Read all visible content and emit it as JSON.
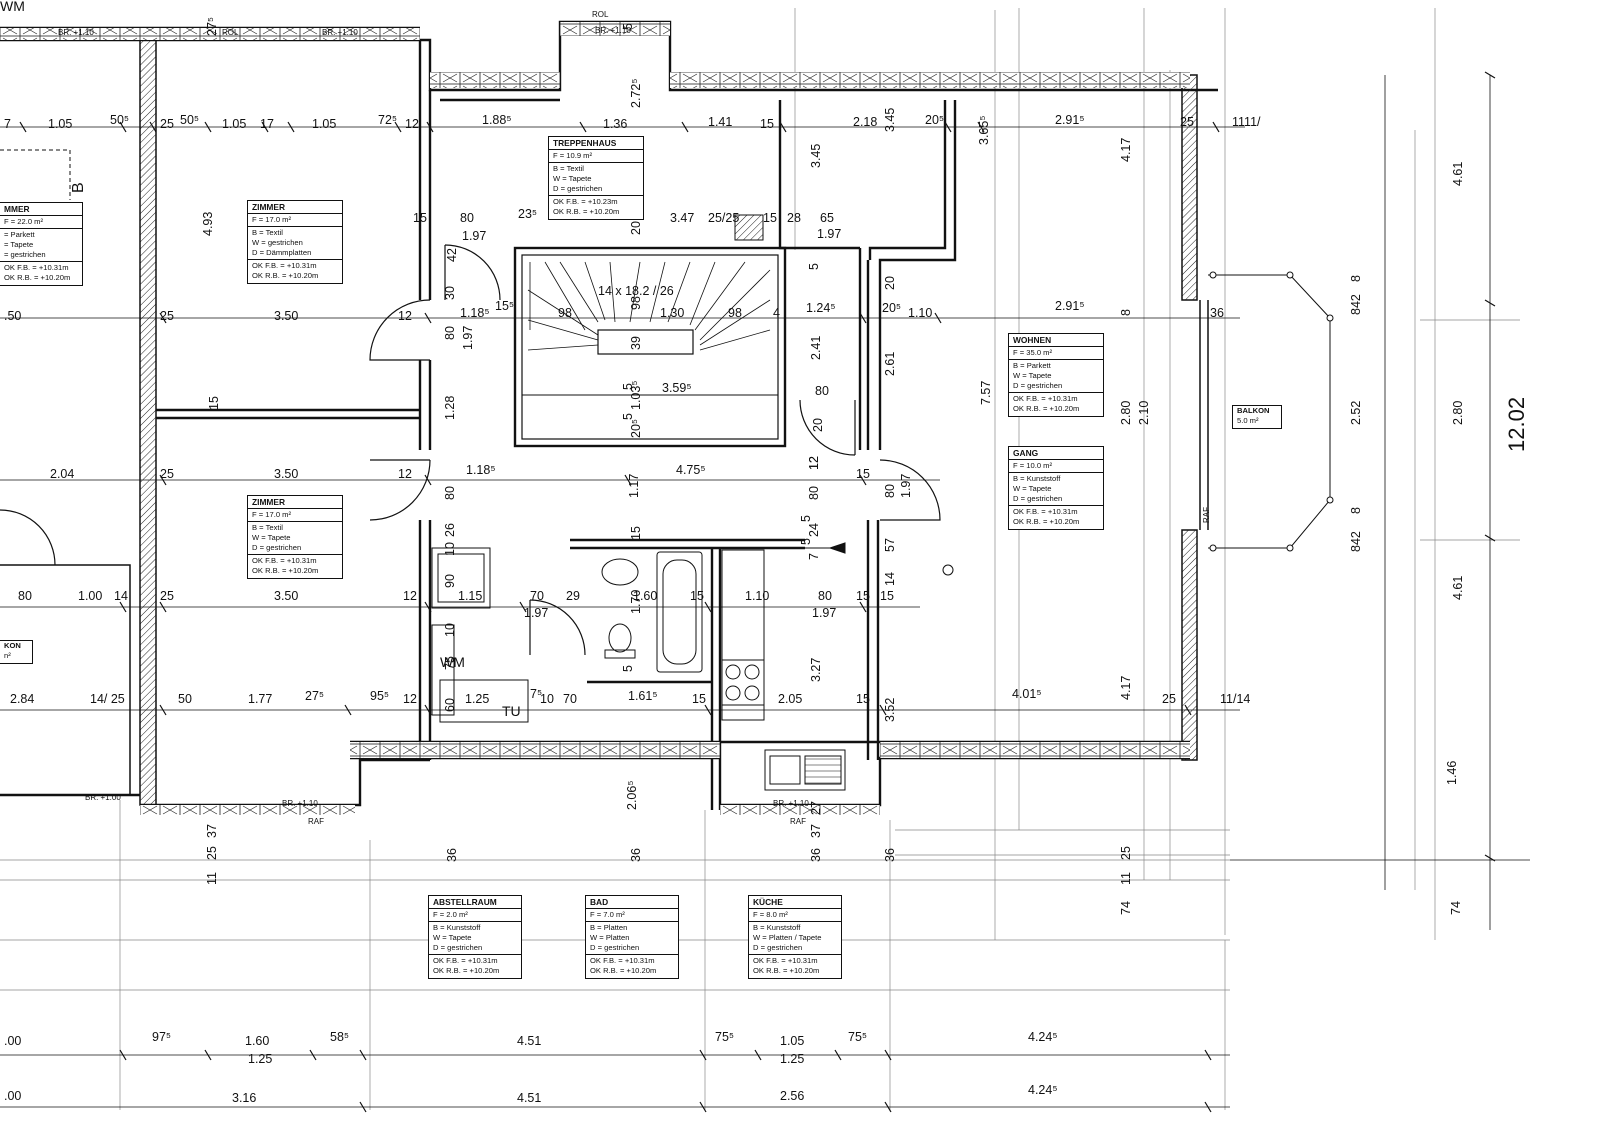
{
  "rooms": [
    {
      "id": "zimmer-left",
      "name": "MMER",
      "f": "F  =  22.0 m²",
      "b": "=  Parkett",
      "w": "=  Tapete",
      "d": "=  gestrichen",
      "ok": "OK F.B.  =  +10.31m",
      "rb": "OK R.B.  =  +10.20m"
    },
    {
      "id": "zimmer-top",
      "name": "ZIMMER",
      "f": "F  =  17.0 m²",
      "b": "B  =  Textil",
      "w": "W  =  gestrichen",
      "d": "D  =  Dämmplatten",
      "ok": "OK F.B.  =  +10.31m",
      "rb": "OK R.B.  =  +10.20m"
    },
    {
      "id": "zimmer-bottom",
      "name": "ZIMMER",
      "f": "F  =  17.0 m²",
      "b": "B  =  Textil",
      "w": "W  =  Tapete",
      "d": "D  =  gestrichen",
      "ok": "OK F.B.  =  +10.31m",
      "rb": "OK R.B.  =  +10.20m"
    },
    {
      "id": "treppenhaus",
      "name": "TREPPENHAUS",
      "f": "F  =  10.9 m²",
      "b": "B  =  Textil",
      "w": "W  =  Tapete",
      "d": "D  =  gestrichen",
      "ok": "OK F.B.  =  +10.23m",
      "rb": "OK R.B.  =  +10.20m"
    },
    {
      "id": "wohnen",
      "name": "WOHNEN",
      "f": "F  =  35.0 m²",
      "b": "B  =  Parkett",
      "w": "W  =  Tapete",
      "d": "D  =  gestrichen",
      "ok": "OK F.B.  =  +10.31m",
      "rb": "OK R.B.  =  +10.20m"
    },
    {
      "id": "gang",
      "name": "GANG",
      "f": "F  =  10.0 m²",
      "b": "B  =  Kunststoff",
      "w": "W  =  Tapete",
      "d": "D  =  gestrichen",
      "ok": "OK F.B.  =  +10.31m",
      "rb": "OK R.B.  =  +10.20m"
    },
    {
      "id": "abstellraum",
      "name": "ABSTELLRAUM",
      "f": "F  =  2.0 m²",
      "b": "B  =  Kunststoff",
      "w": "W  =  Tapete",
      "d": "D  =  gestrichen",
      "ok": "OK F.B.  =  +10.31m",
      "rb": "OK R.B.  =  +10.20m"
    },
    {
      "id": "bad",
      "name": "BAD",
      "f": "F  =  7.0 m²",
      "b": "B  =  Platten",
      "w": "W  =  Platten",
      "d": "D  =  gestrichen",
      "ok": "OK F.B.  =  +10.31m",
      "rb": "OK R.B.  =  +10.20m"
    },
    {
      "id": "kueche",
      "name": "KÜCHE",
      "f": "F  =  8.0 m²",
      "b": "B  =  Kunststoff",
      "w": "W  =  Platten / Tapete",
      "d": "D  =  gestrichen",
      "ok": "OK F.B.  =  +10.31m",
      "rb": "OK R.B.  =  +10.20m"
    }
  ],
  "balkon": {
    "name": "BALKON",
    "area": "5.0 m²"
  },
  "kon": {
    "name": "KON",
    "area": "n²"
  },
  "stair": {
    "spec": "14 x 18.2 / 26"
  },
  "window_tags": {
    "br110": "BR. +1.10",
    "br100": "BR. +1.00",
    "rol": "ROL",
    "raf": "RAF"
  },
  "fixtures": {
    "wm": "WM",
    "tu": "TU",
    "b": "B"
  },
  "dims": {
    "top_row": [
      "7",
      "1.05",
      "50⁵",
      "25",
      "50⁵",
      "1.05",
      "17",
      "1.05",
      "72⁵",
      "12",
      "1.88⁵",
      "1.36",
      "1.41",
      "15",
      "2.18",
      "3.45",
      "20⁵",
      "3.65⁵",
      "2.91⁵",
      "25",
      "1111/"
    ],
    "top_vertical": [
      "27⁵",
      "2.72⁵",
      "5",
      "4.93",
      "4.17",
      "4.61",
      "3.45"
    ],
    "row2": [
      "15",
      "80",
      "23⁵",
      "3.47",
      "25/25",
      "15",
      "28",
      "65",
      "1.97",
      "1.97"
    ],
    "row3": [
      ".50",
      "25",
      "3.50",
      "12",
      "1.18⁵",
      "15⁵",
      "98",
      "1.30",
      "98",
      "4",
      "1.24⁵",
      "20⁵",
      "1.10",
      "2.91⁵",
      "8",
      "36"
    ],
    "row4": [
      "2.04",
      "25",
      "3.50",
      "12",
      "1.18⁵",
      "1.17",
      "4.75⁵",
      "12",
      "15",
      "80",
      "1.97"
    ],
    "row5": [
      "80",
      "1.00",
      "14",
      "25",
      "3.50",
      "12",
      "1.15",
      "70",
      "1.97",
      "29",
      "1.60",
      "15",
      "1.10",
      "80",
      "1.97",
      "15",
      "15"
    ],
    "row6": [
      "2.84",
      "14/ 25",
      "50",
      "1.77",
      "27⁵",
      "95⁵",
      "12",
      "60",
      "1.25",
      "7⁵",
      "10",
      "70",
      "1.61⁵",
      "15",
      "2.05",
      "15",
      "3.52",
      "4.01⁵",
      "25",
      "11/14"
    ],
    "mid_vertical": [
      "42",
      "30",
      "80",
      "1.97",
      "1.28",
      "80",
      "26",
      "10",
      "90",
      "10",
      "75",
      "39",
      "98",
      "5",
      "1.03⁵",
      "20⁵",
      "5",
      "1.70",
      "5",
      "5",
      "2.41",
      "80",
      "20",
      "12",
      "80",
      "5",
      "24",
      "7",
      "5",
      "57",
      "14",
      "3.27",
      "2.61",
      "7.57",
      "2.80",
      "2.10",
      "4.17",
      "1.46",
      "2.06⁵",
      "2.52",
      "2.80",
      "842",
      "8",
      "842",
      "8",
      "15",
      "15",
      "20",
      "20"
    ],
    "lower_vertical": [
      "37",
      "25",
      "11",
      "36",
      "36",
      "27",
      "37",
      "36",
      "36",
      "25",
      "11",
      "74",
      "74",
      "4.61"
    ],
    "bottom_row1": [
      ".00",
      "97⁵",
      "1.60",
      "1.25",
      "58⁵",
      "4.51",
      "75⁵",
      "1.05",
      "1.25",
      "75⁵",
      "4.24⁵"
    ],
    "bottom_row2": [
      ".00",
      "3.16",
      "4.51",
      "2.56",
      "4.24⁵"
    ],
    "total": "12.02",
    "misc": [
      "3.59⁵",
      "25/25",
      "2.72",
      "3.45"
    ]
  }
}
